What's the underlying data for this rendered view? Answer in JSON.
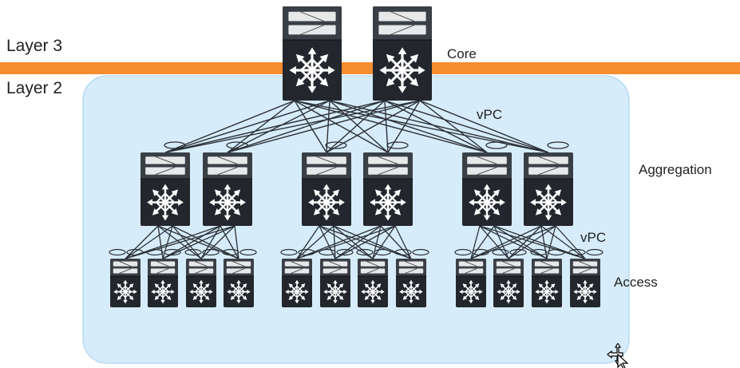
{
  "layers": {
    "l3": "Layer 3",
    "l2": "Layer 2"
  },
  "tiers": {
    "core": "Core",
    "aggregation": "Aggregation",
    "access": "Access"
  },
  "vpc": {
    "core_agg": "vPC",
    "agg_access": "vPC"
  },
  "colors": {
    "bar": "#f68d2e",
    "zone": "#d6ecfa",
    "zone_edge": "#b9dcf3",
    "switch_top": "#3a3f46",
    "switch_body": "#23272d",
    "link": "#2b2f35"
  },
  "icons": {
    "switch": "nexus-switch-icon",
    "cursor": "move-cursor-icon"
  },
  "topology": {
    "core_count": 2,
    "aggregation_pods": 3,
    "aggregation_per_pod": 2,
    "access_per_pod": 4
  }
}
